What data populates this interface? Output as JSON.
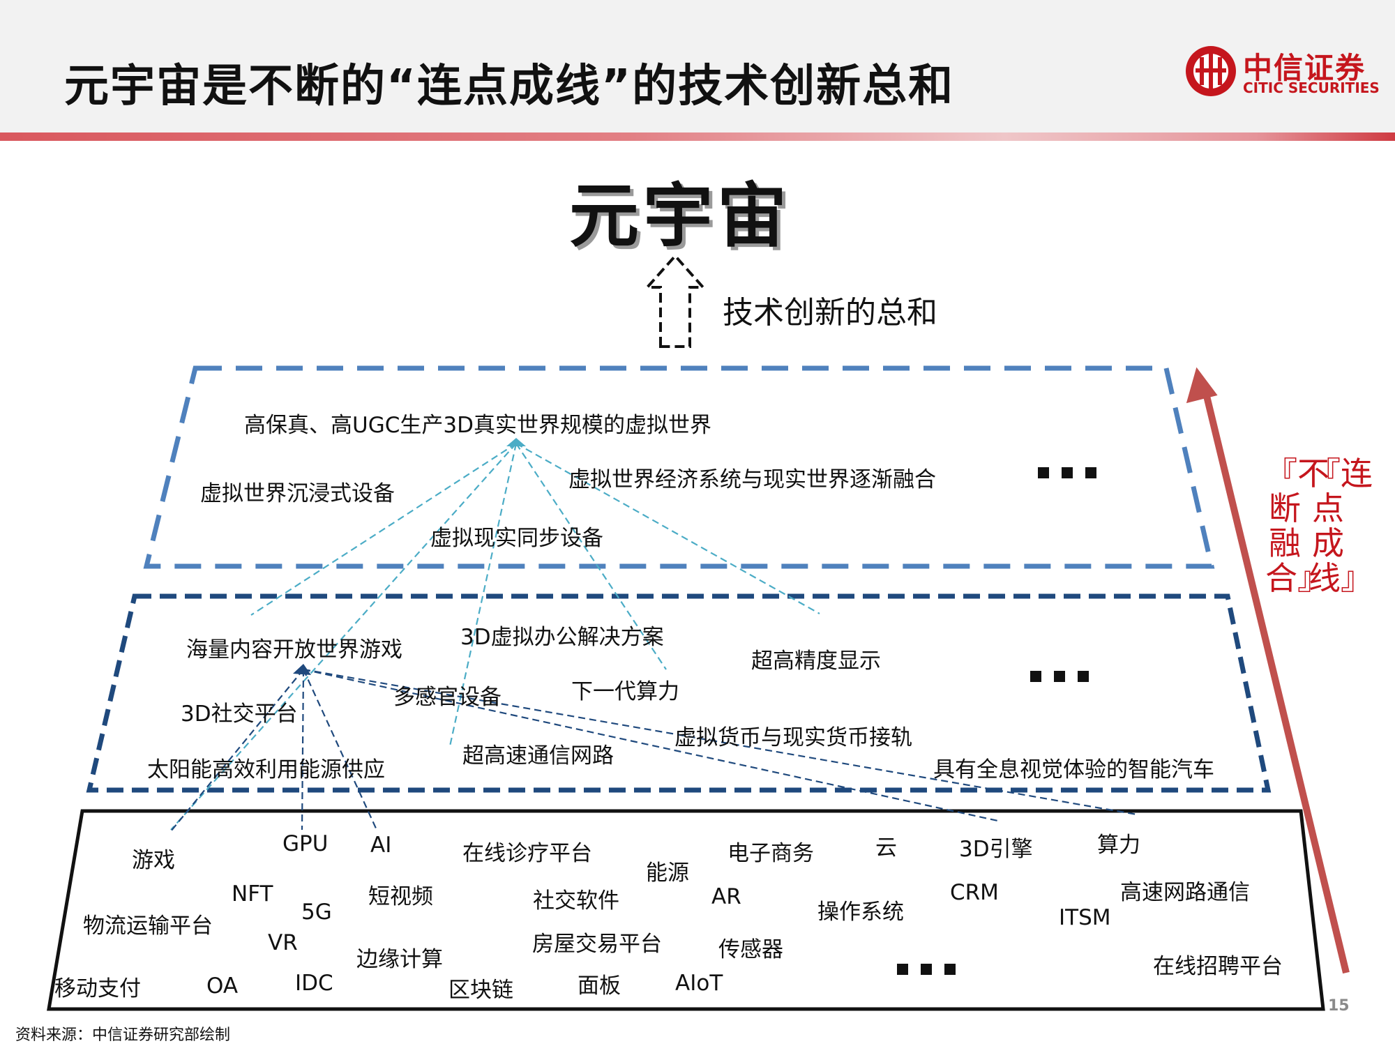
{
  "header": {
    "title": "元宇宙是不断的“连点成线”的技术创新总和",
    "logo_cn": "中信证券",
    "logo_en": "CITIC SECURITIES",
    "accent_color": "#c5161d"
  },
  "diagram": {
    "top_title": "元宇宙",
    "arrow_label": "技术创新的总和",
    "side_left": "『不断融合』",
    "side_right": "『连点成线』",
    "layer_top": {
      "items": [
        "高保真、高UGC生产3D真实世界规模的虚拟世界",
        "虚拟世界沉浸式设备",
        "虚拟世界经济系统与现实世界逐渐融合",
        "虚拟现实同步设备"
      ]
    },
    "layer_middle": {
      "items": [
        "海量内容开放世界游戏",
        "3D虚拟办公解决方案",
        "超高精度显示",
        "3D社交平台",
        "多感官设备",
        "下一代算力",
        "虚拟货币与现实货币接轨",
        "太阳能高效利用能源供应",
        "超高速通信网路",
        "具有全息视觉体验的智能汽车"
      ]
    },
    "layer_bottom": {
      "items": [
        "游戏",
        "GPU",
        "AI",
        "在线诊疗平台",
        "能源",
        "电子商务",
        "云",
        "3D引擎",
        "算力",
        "NFT",
        "5G",
        "短视频",
        "社交软件",
        "AR",
        "操作系统",
        "CRM",
        "高速网路通信",
        "物流运输平台",
        "VR",
        "ITSM",
        "房屋交易平台",
        "传感器",
        "边缘计算",
        "移动支付",
        "OA",
        "IDC",
        "区块链",
        "面板",
        "AIoT",
        "在线招聘平台"
      ]
    },
    "colors": {
      "top_layer_dash": "#4f81bd",
      "middle_layer_dash": "#1f497d",
      "bottom_layer_border": "#111111",
      "top_connectors": "#4bacc6",
      "middle_connectors": "#1f497d",
      "side_arrow": "#c0504d"
    }
  },
  "footer": {
    "source": "资料来源：中信证券研究部绘制",
    "page_number": "15"
  }
}
